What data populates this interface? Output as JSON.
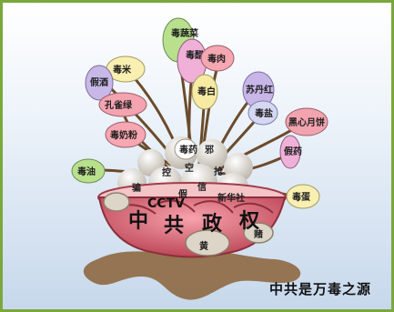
{
  "caption": "中共是万毒之源",
  "bowl_labels": [
    "中",
    "共",
    "政",
    "权",
    "黄",
    "赌"
  ],
  "center_labels": [
    "CCTV",
    "假",
    "新华社",
    "骗",
    "空",
    "邪",
    "抢",
    "控",
    "信"
  ],
  "flowers": [
    {
      "text": "毒蔬菜",
      "color": "#b8e08d"
    },
    {
      "text": "毒醋",
      "color": "#f0b0d8"
    },
    {
      "text": "毒肉",
      "color": "#f6a7b1"
    },
    {
      "text": "毒米",
      "color": "#f9efb0"
    },
    {
      "text": "假酒",
      "color": "#c7b8e8"
    },
    {
      "text": "孔雀绿",
      "color": "#f4a3b0"
    },
    {
      "text": "毒白",
      "color": "#f7eaa3"
    },
    {
      "text": "苏丹红",
      "color": "#c8b6e8"
    },
    {
      "text": "毒盐",
      "color": "#d6d8f3"
    },
    {
      "text": "黑心月饼",
      "color": "#f2a3b0"
    },
    {
      "text": "毒奶粉",
      "color": "#f6a7b1"
    },
    {
      "text": "假药",
      "color": "#f0b0d8"
    },
    {
      "text": "毒油",
      "color": "#b8e08d"
    },
    {
      "text": "毒蛋",
      "color": "#f9efb0"
    },
    {
      "text": "毒药",
      "color": "#ffffff"
    }
  ]
}
